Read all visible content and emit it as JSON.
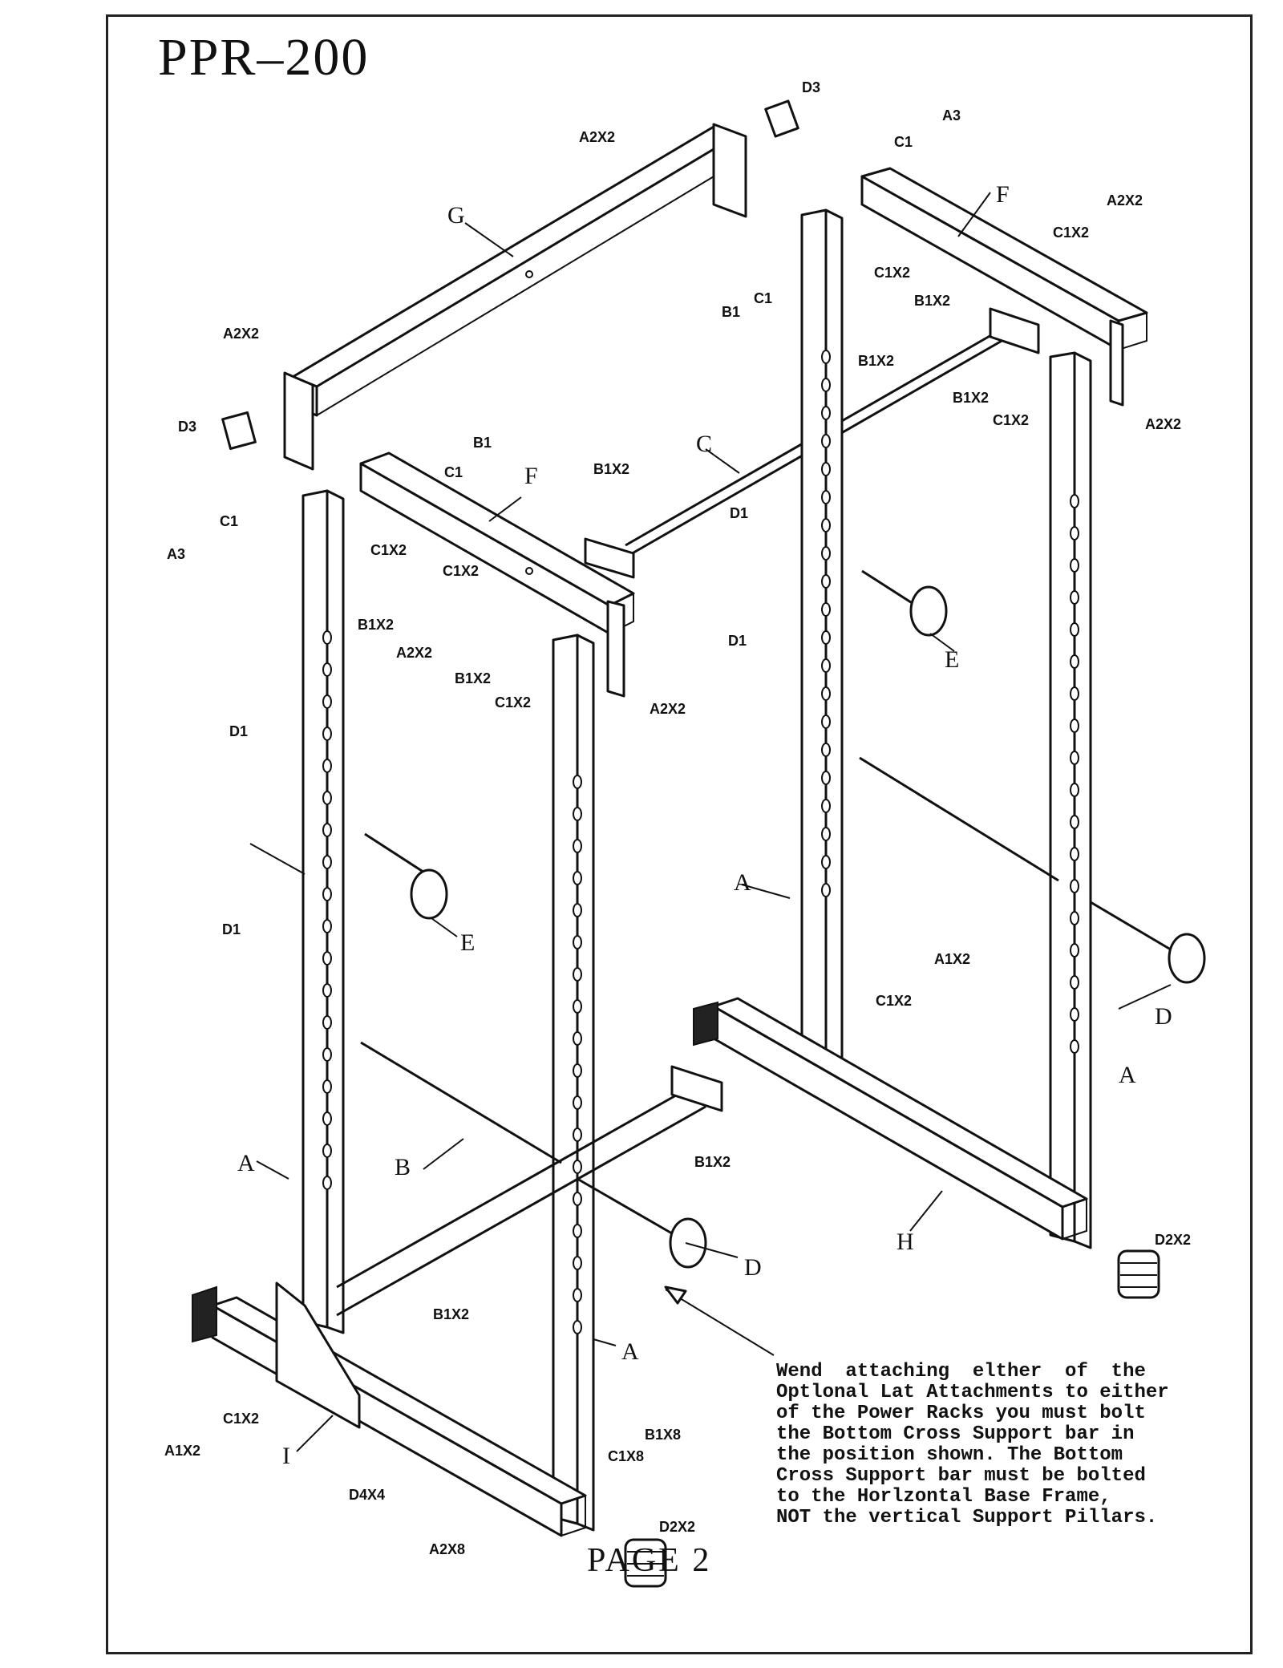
{
  "title": "PPR–200",
  "page_label": "PAGE 2",
  "note_lines": [
    "Wend  attaching  elther  of  the",
    "Optlonal Lat Attachments to either",
    "of the Power Racks you must bolt",
    "the Bottom Cross Support bar in",
    "the position shown. The Bottom",
    "Cross Support bar must be bolted",
    "to the Horlzontal Base Frame,",
    "NOT the vertical Support Pillars."
  ],
  "part_labels": {
    "d3_top": "D3",
    "a2x2_top": "A2X2",
    "a3_top": "A3",
    "c1_top": "C1",
    "g": "G",
    "f_top": "F",
    "a2x2_right_top": "A2X2",
    "c1x2_right_top": "C1X2",
    "c1x2_mid": "C1X2",
    "b1x2_mid": "B1X2",
    "b1_center": "B1",
    "c1_center": "C1",
    "a2x2_left": "A2X2",
    "b1x2_right": "B1X2",
    "b1x2_right2": "B1X2",
    "c1x2_right2": "C1X2",
    "a2x2_right_far": "A2X2",
    "d3_left": "D3",
    "b1_left": "B1",
    "c1_left": "C1",
    "c": "C",
    "b1x2_crossbar": "B1X2",
    "f_left": "F",
    "d1_upper_right": "D1",
    "c1_far_left": "C1",
    "a3_left": "A3",
    "c1x2_left": "C1X2",
    "b1x2_left": "B1X2",
    "c1x2_front": "C1X2",
    "a2x2_front": "A2X2",
    "b1x2_front": "B1X2",
    "c1x2_front2": "C1X2",
    "a2x2_front_right": "A2X2",
    "e_right": "E",
    "d1_mid_right": "D1",
    "d1_left_upper": "D1",
    "e_left": "E",
    "d1_left_lower": "D1",
    "a_rear": "A",
    "a1x2_rear": "A1X2",
    "c1x2_rear": "C1X2",
    "d_right": "D",
    "a_right": "A",
    "b1x2_base": "B1X2",
    "a_left": "A",
    "b": "B",
    "h": "H",
    "d2x2_right": "D2X2",
    "d_front": "D",
    "b1x2_bottom": "B1X2",
    "a_front": "A",
    "c1x2_bottom_left": "C1X2",
    "a1x2_bottom_left": "A1X2",
    "i": "I",
    "b1x8": "B1X8",
    "c1x8": "C1X8",
    "d4x4": "D4X4",
    "a2x8": "A2X8",
    "d2x2_front": "D2X2"
  }
}
